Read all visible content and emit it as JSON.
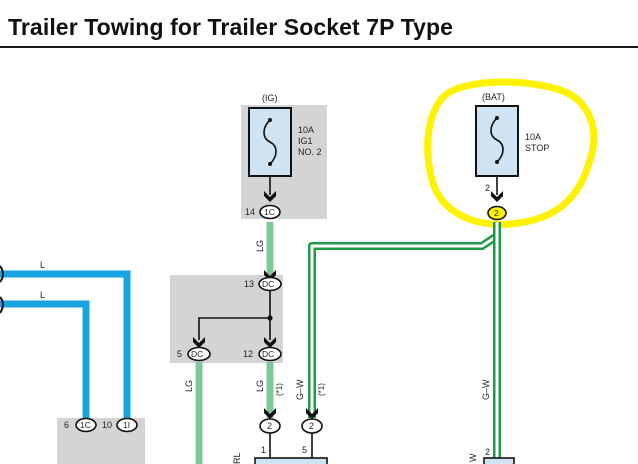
{
  "title": "Trailer Towing for Trailer Socket 7P Type",
  "colors": {
    "gray_box": "#d3d4d6",
    "fuse_fill": "#cfe3f2",
    "wire_blue": "#18a4e0",
    "wire_lg": "#80c79a",
    "wire_g": "#1f9a47",
    "highlight": "#fff200"
  },
  "ig_fuse": {
    "source": "(IG)",
    "rating": "10A",
    "name_line1": "IG1",
    "name_line2": "NO. 2",
    "pin": "14",
    "connector": "1C"
  },
  "bat_fuse": {
    "source": "(BAT)",
    "rating": "10A",
    "name": "STOP",
    "pin": "2",
    "connector": "2"
  },
  "junction": {
    "pin_top": "13",
    "conn_top": "DC",
    "pin_left": "5",
    "conn_left": "DC",
    "pin_right": "12",
    "conn_right": "DC"
  },
  "left_inputs": {
    "wire1": "L",
    "wire2": "L",
    "pin_a": "6",
    "conn_a": "1C",
    "pin_b": "10",
    "conn_b": "1I"
  },
  "wire_labels": {
    "lg_upper": "LG",
    "lg_left": "LG",
    "lg_right": "LG",
    "note1": "(*1)",
    "gw_mid": "G–W",
    "note2": "(*1)",
    "gw_right": "G–W",
    "rl_bottom": "RL",
    "w_bottom": "W"
  },
  "bottom_connectors": {
    "c1": "2",
    "c2": "2",
    "pin1": "1",
    "pin2": "5",
    "pin3": "2"
  }
}
